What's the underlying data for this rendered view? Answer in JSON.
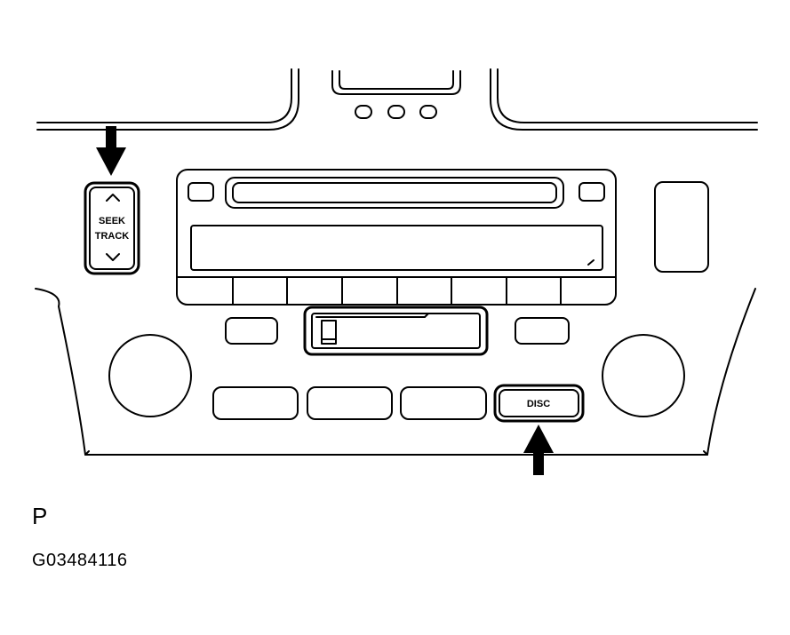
{
  "labels": {
    "seek_line1": "SEEK",
    "seek_line2": "TRACK",
    "disc": "DISC"
  },
  "caption": {
    "panel_code": "P",
    "figure_id": "G03484116"
  },
  "icons": {
    "seek_up": "chevron-up-icon",
    "seek_down": "chevron-down-icon",
    "pointer_down": "arrow-down-icon",
    "pointer_up": "arrow-up-icon"
  },
  "colors": {
    "ink": "#000000",
    "background": "#ffffff"
  }
}
